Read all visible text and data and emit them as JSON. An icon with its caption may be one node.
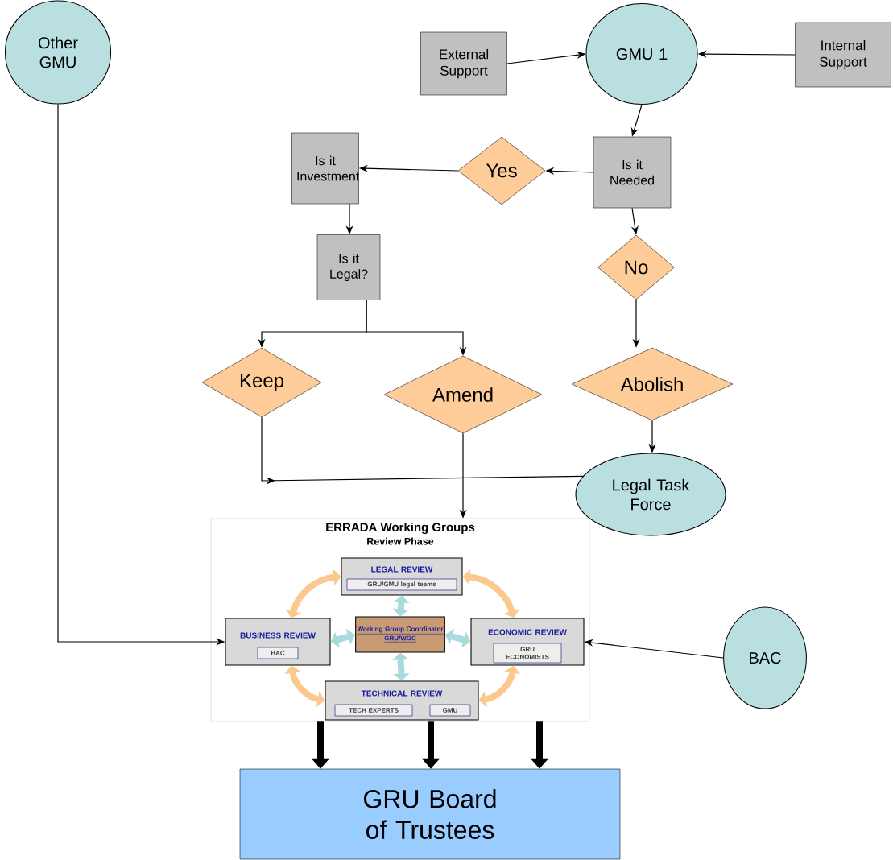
{
  "diagram": {
    "nodes": [
      {
        "text": [
          "Other GMU"
        ]
      },
      {
        "text": [
          "External Support"
        ]
      },
      {
        "text": [
          "GMU 1"
        ]
      },
      {
        "text": [
          "Internal Support"
        ]
      },
      {
        "text": [
          "Is it Needed"
        ]
      },
      {
        "text": [
          "Yes"
        ]
      },
      {
        "text": [
          "Is it Investment"
        ]
      },
      {
        "text": [
          "Is it Legal?"
        ]
      },
      {
        "text": [
          "No"
        ]
      },
      {
        "text": [
          "Keep"
        ]
      },
      {
        "text": [
          "Amend"
        ]
      },
      {
        "text": [
          "Abolish"
        ]
      },
      {
        "text": [
          "Legal Task Force"
        ]
      },
      {
        "text": [
          "ERRADA Working Groups",
          "Review Phase"
        ]
      },
      {
        "text": [
          "LEGAL REVIEW"
        ],
        "in": 13
      },
      {
        "text": [
          "GRU/GMU legal teams"
        ],
        "in": 14
      },
      {
        "text": [
          "BUSINESS REVIEW"
        ],
        "in": 13
      },
      {
        "text": [
          "BAC"
        ],
        "in": 16
      },
      {
        "text": [
          "Working Group Coordinator",
          "GRU/WGC"
        ],
        "in": 13
      },
      {
        "text": [
          "ECONOMIC REVIEW"
        ],
        "in": 13
      },
      {
        "text": [
          "GRU ECONOMISTS"
        ],
        "in": 19
      },
      {
        "text": [
          "TECHNICAL REVIEW"
        ],
        "in": 13
      },
      {
        "text": [
          "TECH EXPERTS"
        ],
        "in": 21
      },
      {
        "text": [
          "GMU"
        ],
        "in": 21
      },
      {
        "text": [
          "BAC"
        ]
      },
      {
        "text": [
          "GRU Board of Trustees"
        ]
      }
    ],
    "edges": [
      {
        "from": 1,
        "to": 2,
        "arrow": "to"
      },
      {
        "from": 3,
        "to": 2,
        "arrow": "to"
      },
      {
        "from": 2,
        "to": 4,
        "arrow": "to"
      },
      {
        "from": 4,
        "to": 5,
        "arrow": "to"
      },
      {
        "from": 5,
        "to": 6,
        "arrow": "to"
      },
      {
        "from": 6,
        "to": 7,
        "arrow": "to"
      },
      {
        "from": 7,
        "to": 9,
        "arrow": "to"
      },
      {
        "from": 7,
        "to": 10,
        "arrow": "to"
      },
      {
        "from": 4,
        "to": 8,
        "arrow": "to"
      },
      {
        "from": 8,
        "to": 11,
        "arrow": "to"
      },
      {
        "from": 11,
        "to": 12,
        "arrow": "to"
      },
      {
        "from": 9,
        "to": 12,
        "arrow": "to"
      },
      {
        "from": 10,
        "to": 13,
        "arrow": "to"
      },
      {
        "from": 0,
        "to": 16,
        "arrow": "to"
      },
      {
        "from": 24,
        "to": 19,
        "arrow": "to"
      },
      {
        "from": 14,
        "to": 18,
        "arrow": "both",
        "style": "thick",
        "color": "#a9dadd"
      },
      {
        "from": 16,
        "to": 18,
        "arrow": "both",
        "style": "thick",
        "color": "#a9dadd"
      },
      {
        "from": 18,
        "to": 19,
        "arrow": "both",
        "style": "thick",
        "color": "#a9dadd"
      },
      {
        "from": 18,
        "to": 21,
        "arrow": "both",
        "style": "thick",
        "color": "#a9dadd"
      },
      {
        "from": 16,
        "to": 14,
        "arrow": "both",
        "style": "thick",
        "color": "#fbc88f"
      },
      {
        "from": 14,
        "to": 19,
        "arrow": "both",
        "style": "thick",
        "color": "#fbc88f"
      },
      {
        "from": 16,
        "to": 21,
        "arrow": "both",
        "style": "thick",
        "color": "#fbc88f"
      },
      {
        "from": 21,
        "to": 19,
        "arrow": "both",
        "style": "thick",
        "color": "#fbc88f"
      },
      {
        "from": 13,
        "to": 25,
        "arrow": "to",
        "style": "thick"
      },
      {
        "from": 13,
        "to": 25,
        "arrow": "to",
        "style": "thick"
      },
      {
        "from": 13,
        "to": 25,
        "arrow": "to",
        "style": "thick"
      }
    ]
  }
}
